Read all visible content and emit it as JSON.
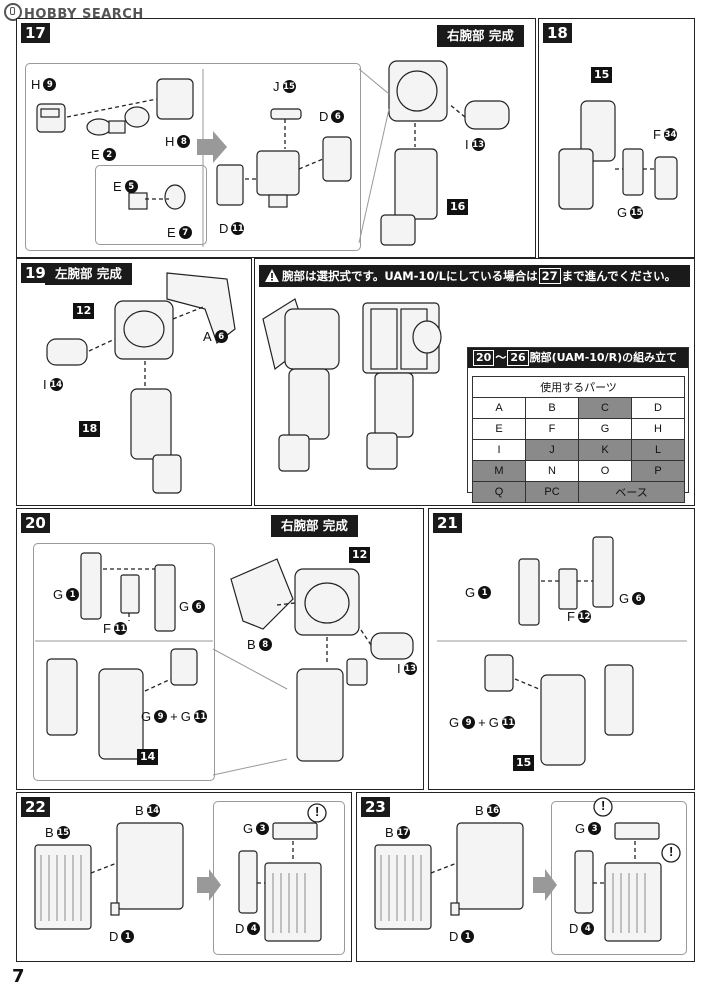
{
  "watermark": "HOBBY SEARCH",
  "page_number": "7",
  "steps": {
    "s17": {
      "num": "17",
      "title": "右腕部 完成",
      "labels": {
        "H9": [
          "H",
          "9"
        ],
        "E2": [
          "E",
          "2"
        ],
        "H8": [
          "H",
          "8"
        ],
        "E5": [
          "E",
          "5"
        ],
        "E7": [
          "E",
          "7"
        ],
        "J15": [
          "J",
          "15"
        ],
        "D6": [
          "D",
          "6"
        ],
        "D11": [
          "D",
          "11"
        ],
        "I13": [
          "I",
          "13"
        ]
      },
      "square": "16"
    },
    "s18": {
      "num": "18",
      "square": "15",
      "labels": {
        "F34": [
          "F",
          "34"
        ],
        "G15": [
          "G",
          "15"
        ]
      }
    },
    "s19": {
      "num": "19",
      "title": "左腕部 完成",
      "square_a": "12",
      "square_b": "18",
      "labels": {
        "A6": [
          "A",
          "6"
        ],
        "I14": [
          "I",
          "14"
        ]
      }
    },
    "notice": {
      "text_a": "腕部は選択式です。UAM-10/Lにしている場合は",
      "boxed": "27",
      "text_b": "まで進んでください。",
      "sub_a": "20",
      "sub_sep": "～",
      "sub_b": "26",
      "sub_text": "腕部(UAM-10/R)の組み立て",
      "parts_header": "使用するパーツ",
      "parts_rows": [
        [
          {
            "t": "A",
            "u": false
          },
          {
            "t": "B",
            "u": false
          },
          {
            "t": "C",
            "u": true
          },
          {
            "t": "D",
            "u": false
          }
        ],
        [
          {
            "t": "E",
            "u": false
          },
          {
            "t": "F",
            "u": false
          },
          {
            "t": "G",
            "u": false
          },
          {
            "t": "H",
            "u": false
          }
        ],
        [
          {
            "t": "I",
            "u": false
          },
          {
            "t": "J",
            "u": true
          },
          {
            "t": "K",
            "u": true
          },
          {
            "t": "L",
            "u": true
          }
        ],
        [
          {
            "t": "M",
            "u": true
          },
          {
            "t": "N",
            "u": false
          },
          {
            "t": "O",
            "u": false
          },
          {
            "t": "P",
            "u": true
          }
        ],
        [
          {
            "t": "Q",
            "u": true
          },
          {
            "t": "PC",
            "u": true
          },
          {
            "t": "ベース",
            "u": true
          }
        ]
      ]
    },
    "s20": {
      "num": "20",
      "title": "右腕部 完成",
      "square_a": "12",
      "square_b": "14",
      "labels": {
        "G1": [
          "G",
          "1"
        ],
        "G6": [
          "G",
          "6"
        ],
        "F11": [
          "F",
          "11"
        ],
        "G9": [
          "G",
          "9"
        ],
        "plus": "+",
        "G11": [
          "G",
          "11"
        ],
        "B8": [
          "B",
          "8"
        ],
        "I13": [
          "I",
          "13"
        ]
      }
    },
    "s21": {
      "num": "21",
      "square": "15",
      "labels": {
        "G1": [
          "G",
          "1"
        ],
        "G6": [
          "G",
          "6"
        ],
        "F12": [
          "F",
          "12"
        ],
        "G9": [
          "G",
          "9"
        ],
        "plus": "+",
        "G11": [
          "G",
          "11"
        ]
      }
    },
    "s22": {
      "num": "22",
      "labels": {
        "B15": [
          "B",
          "15"
        ],
        "B14": [
          "B",
          "14"
        ],
        "D1": [
          "D",
          "1"
        ],
        "G3": [
          "G",
          "3"
        ],
        "D4": [
          "D",
          "4"
        ]
      },
      "alert": "!"
    },
    "s23": {
      "num": "23",
      "labels": {
        "B17": [
          "B",
          "17"
        ],
        "B16": [
          "B",
          "16"
        ],
        "D1": [
          "D",
          "1"
        ],
        "G3": [
          "G",
          "3"
        ],
        "D4": [
          "D",
          "4"
        ]
      },
      "alert": "!"
    }
  }
}
